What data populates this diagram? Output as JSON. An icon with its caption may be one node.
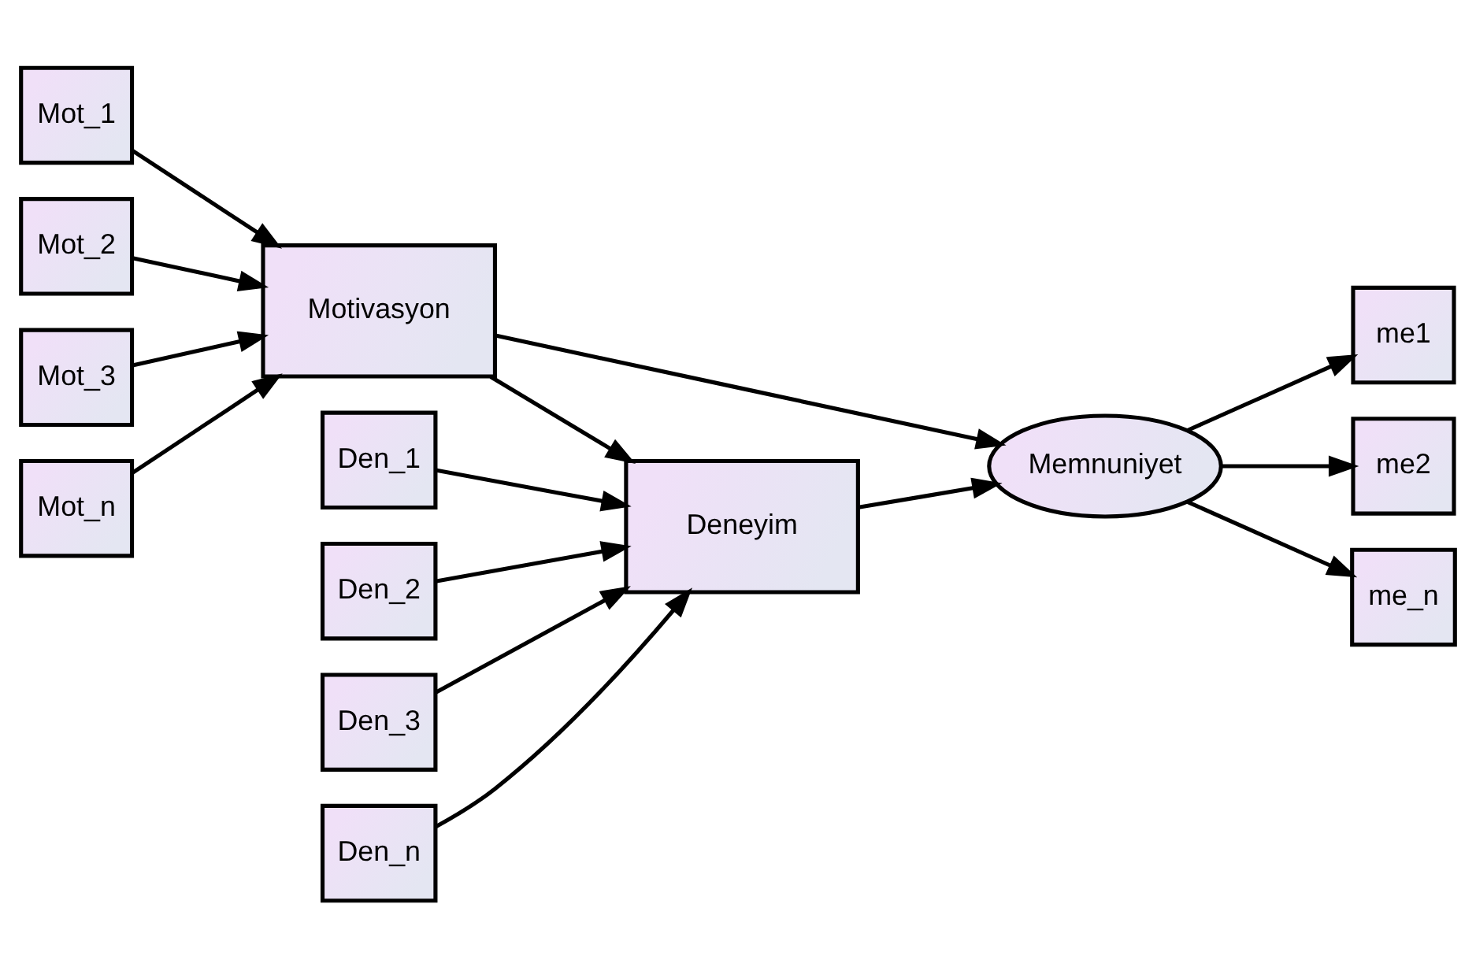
{
  "diagram": {
    "nodes": [
      {
        "text": [
          "Mot_1"
        ]
      },
      {
        "text": [
          "Mot_2"
        ]
      },
      {
        "text": [
          "Mot_3"
        ]
      },
      {
        "text": [
          "Mot_n"
        ]
      },
      {
        "text": [
          "Motivasyon"
        ]
      },
      {
        "text": [
          "me1"
        ]
      },
      {
        "text": [
          "me2"
        ]
      },
      {
        "text": [
          "me_n"
        ]
      },
      {
        "text": [
          "Memnuniyet"
        ]
      },
      {
        "text": [
          "Deneyim"
        ]
      },
      {
        "text": [
          "Den_1"
        ]
      },
      {
        "text": [
          "Den_2"
        ]
      },
      {
        "text": [
          "Den_3"
        ]
      },
      {
        "text": [
          "Den_n"
        ]
      }
    ],
    "edges": [
      {
        "from": 0,
        "to": 4,
        "arrow": "to"
      },
      {
        "from": 1,
        "to": 4,
        "arrow": "to"
      },
      {
        "from": 2,
        "to": 4,
        "arrow": "to"
      },
      {
        "from": 3,
        "to": 4,
        "arrow": "to"
      },
      {
        "from": 4,
        "to": 8,
        "arrow": "to"
      },
      {
        "from": 4,
        "to": 9,
        "arrow": "to"
      },
      {
        "from": 9,
        "to": 8,
        "arrow": "to"
      },
      {
        "from": 8,
        "to": 5,
        "arrow": "to"
      },
      {
        "from": 8,
        "to": 6,
        "arrow": "to"
      },
      {
        "from": 8,
        "to": 7,
        "arrow": "to"
      },
      {
        "from": 10,
        "to": 9,
        "arrow": "to"
      },
      {
        "from": 11,
        "to": 9,
        "arrow": "to"
      },
      {
        "from": 12,
        "to": 9,
        "arrow": "to"
      },
      {
        "from": 13,
        "to": 9,
        "arrow": "to"
      }
    ]
  }
}
